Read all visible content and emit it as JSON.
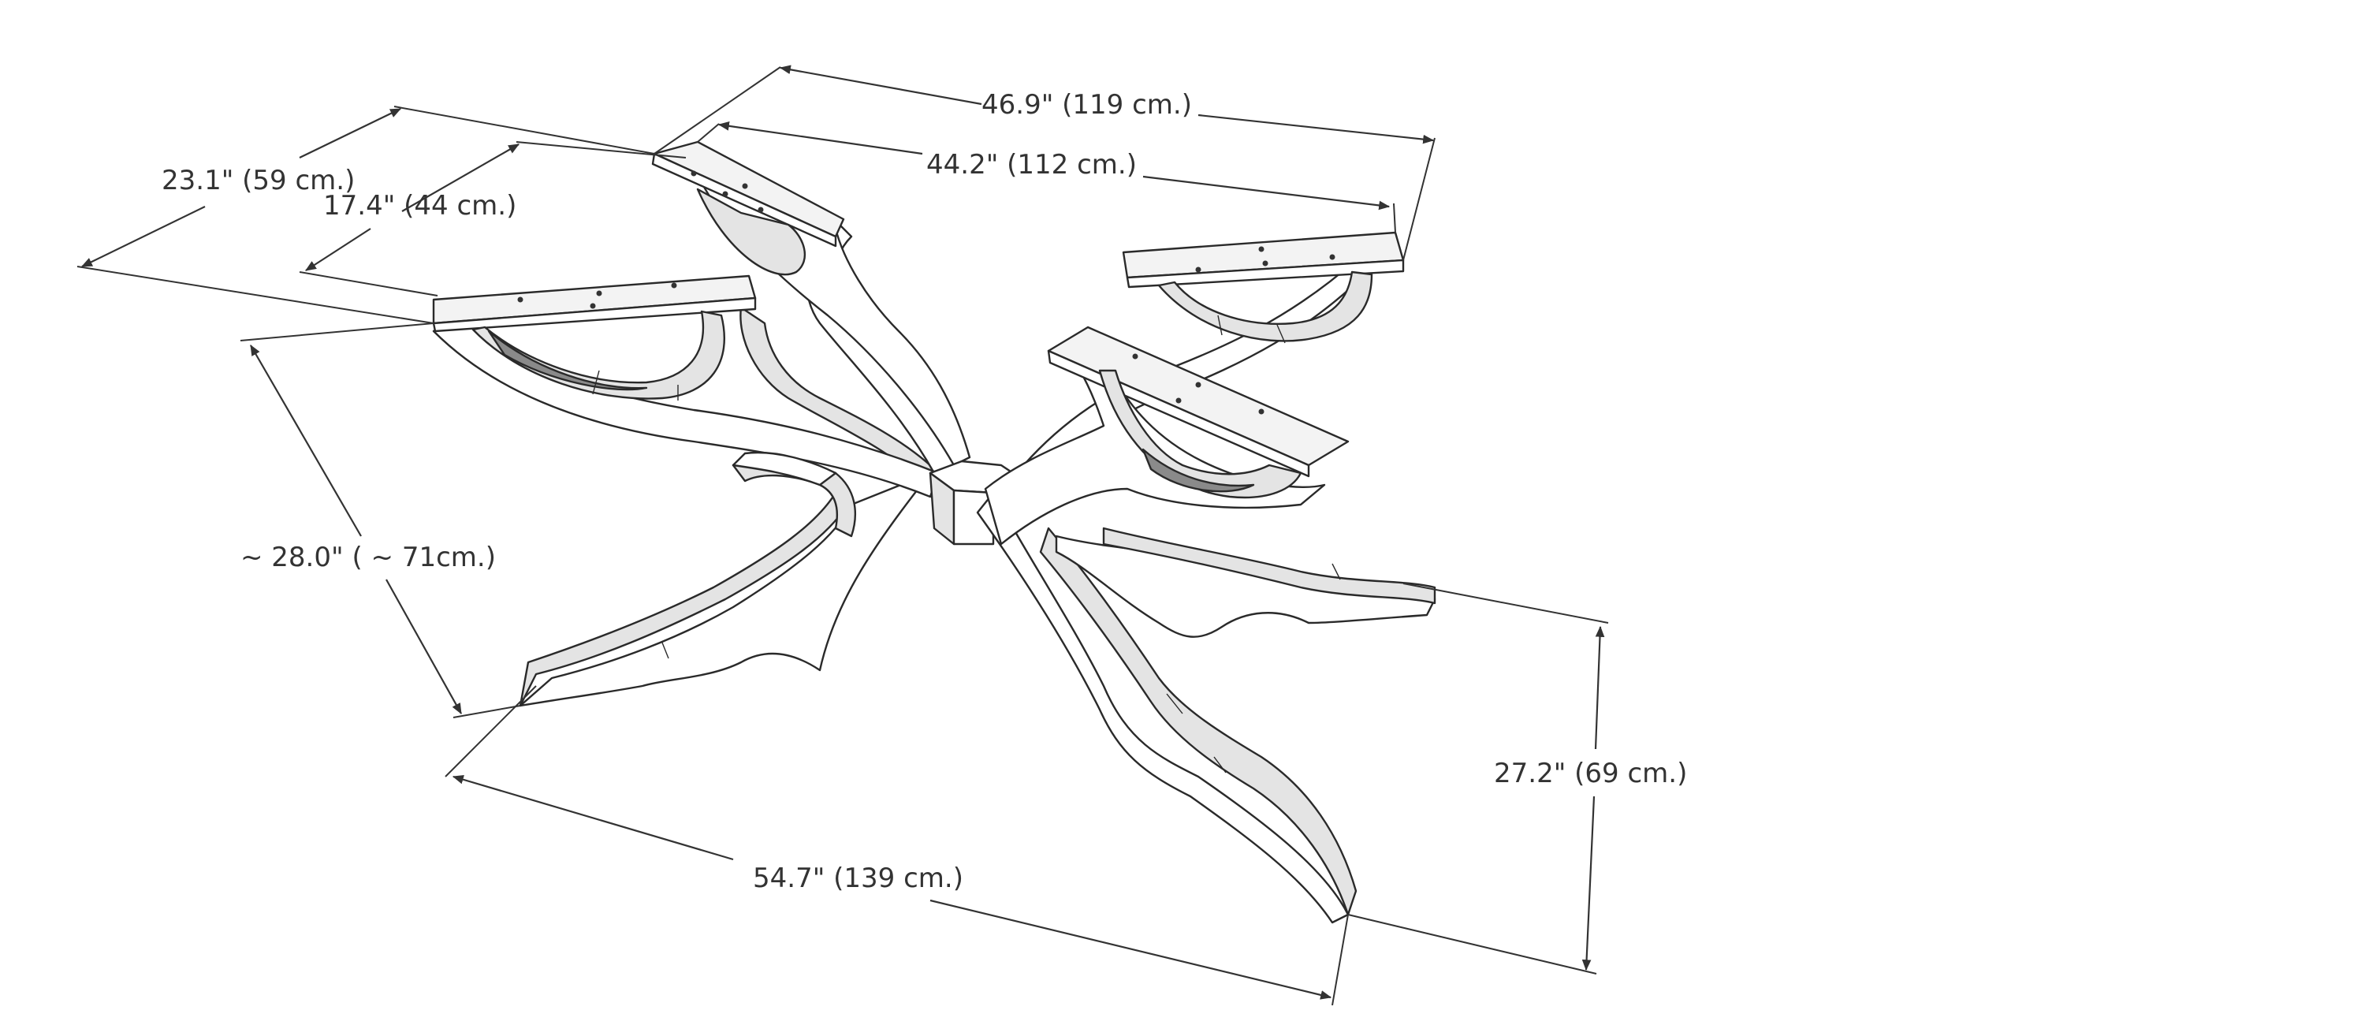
{
  "dimensions": {
    "top_width_outer": "46.9\" (119 cm.)",
    "top_width_inner": "44.2\" (112 cm.)",
    "top_depth_outer": "23.1\" (59 cm.)",
    "top_depth_inner": "17.4\" (44 cm.)",
    "side_length": "~ 28.0\" ( ~ 71cm.)",
    "base_length": "54.7\" (139 cm.)",
    "height": "27.2\" (69 cm.)"
  },
  "colors": {
    "line": "#333333",
    "face_light": "#ffffff",
    "face_side": "#e4e4e4",
    "face_shadow": "#8a8a8a"
  }
}
